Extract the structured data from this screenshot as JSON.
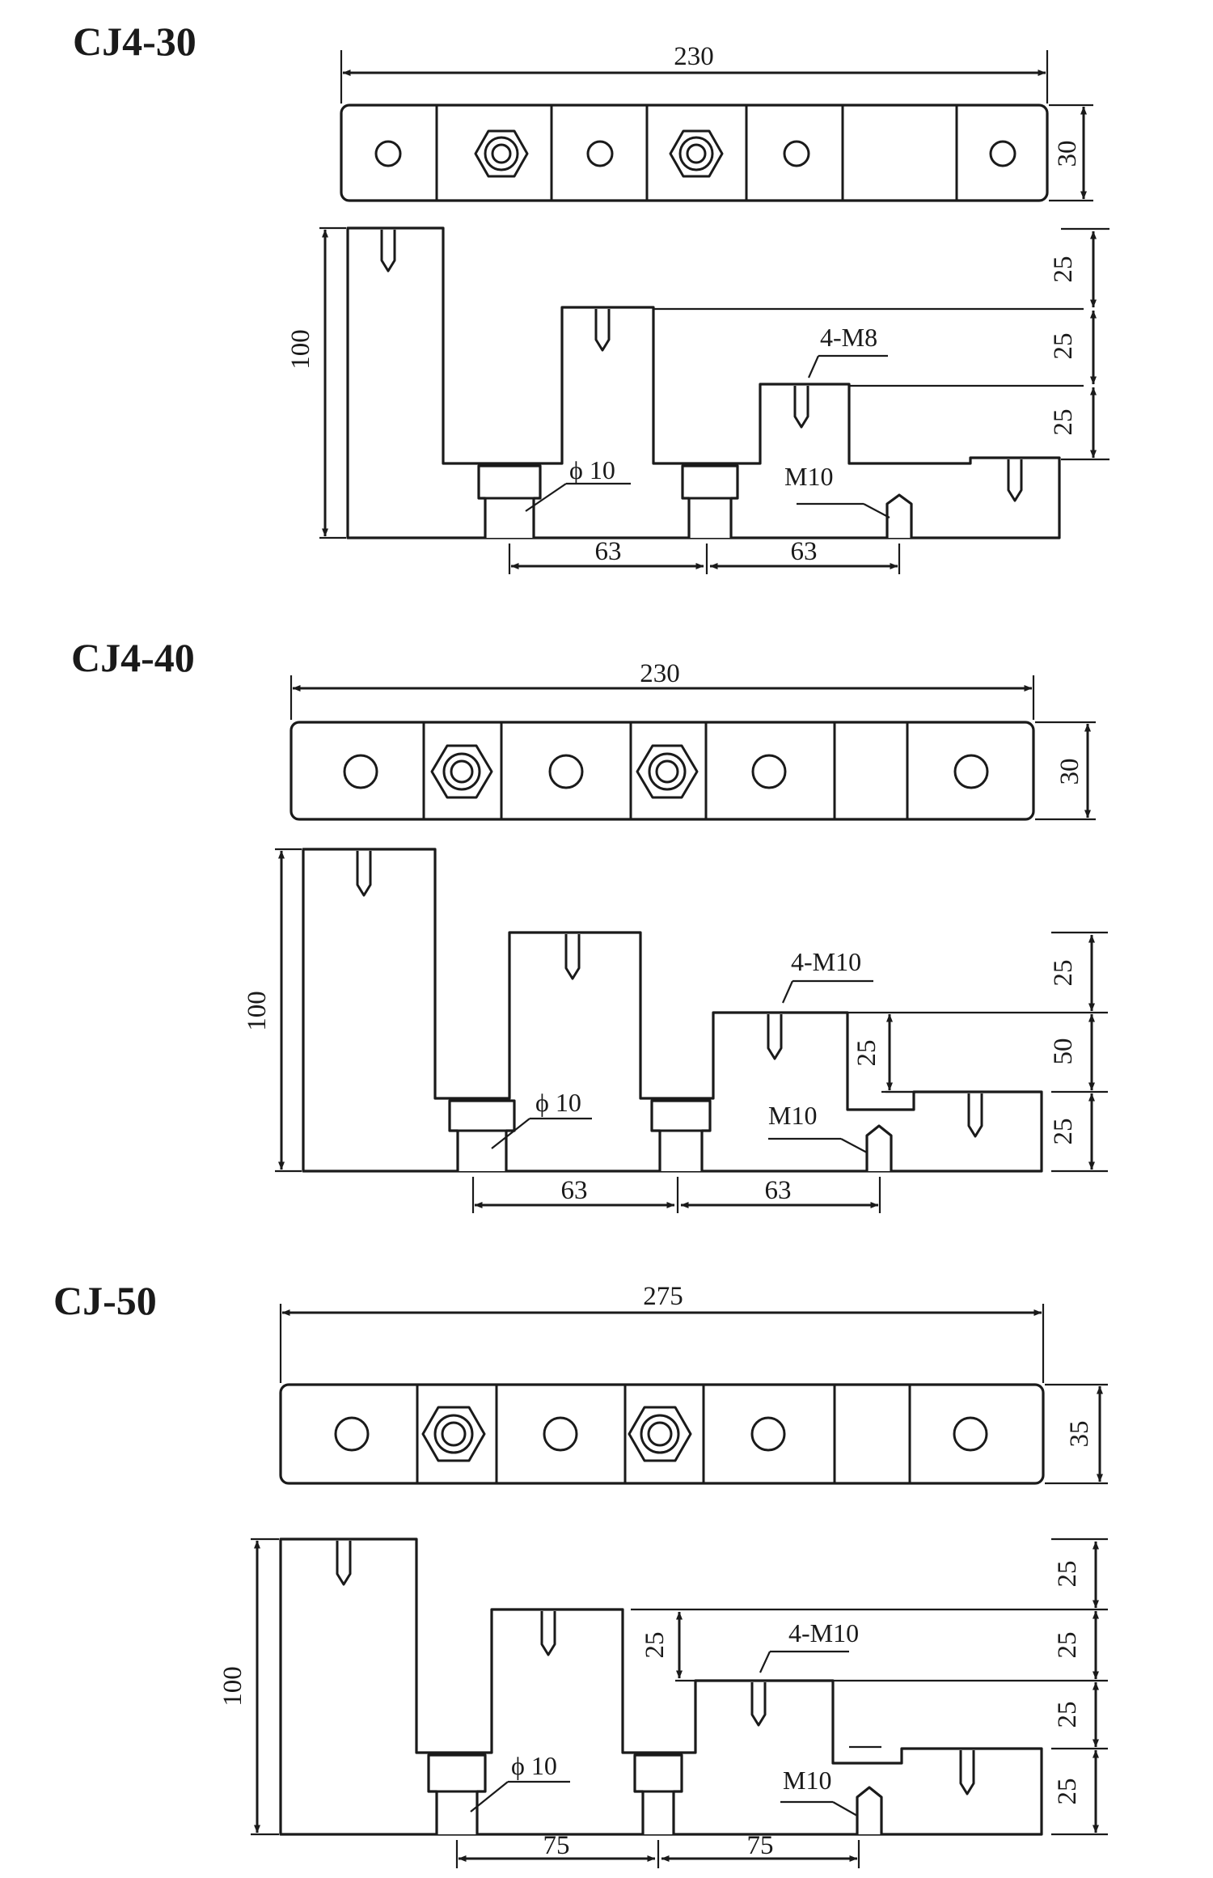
{
  "sections": [
    {
      "title": "CJ4-30",
      "top_view": {
        "width_label": "230",
        "height_label": "30"
      },
      "side_view": {
        "height_label": "100",
        "step_labels": [
          "25",
          "25",
          "25"
        ],
        "bolt_label": "4-M8",
        "hole_label": "ϕ 10",
        "stud_label": "M10",
        "pitch_labels": [
          "63",
          "63"
        ]
      }
    },
    {
      "title": "CJ4-40",
      "top_view": {
        "width_label": "230",
        "height_label": "30"
      },
      "side_view": {
        "height_label": "100",
        "step_labels": [
          "25",
          "50",
          "25"
        ],
        "inner_label": "25",
        "bolt_label": "4-M10",
        "hole_label": "ϕ 10",
        "stud_label": "M10",
        "pitch_labels": [
          "63",
          "63"
        ]
      }
    },
    {
      "title": "CJ-50",
      "top_view": {
        "width_label": "275",
        "height_label": "35"
      },
      "side_view": {
        "height_label": "100",
        "step_labels": [
          "25",
          "25",
          "25",
          "25"
        ],
        "inner_label": "25",
        "bolt_label": "4-M10",
        "hole_label": "ϕ 10",
        "stud_label": "M10",
        "pitch_labels": [
          "75",
          "75"
        ]
      }
    }
  ]
}
